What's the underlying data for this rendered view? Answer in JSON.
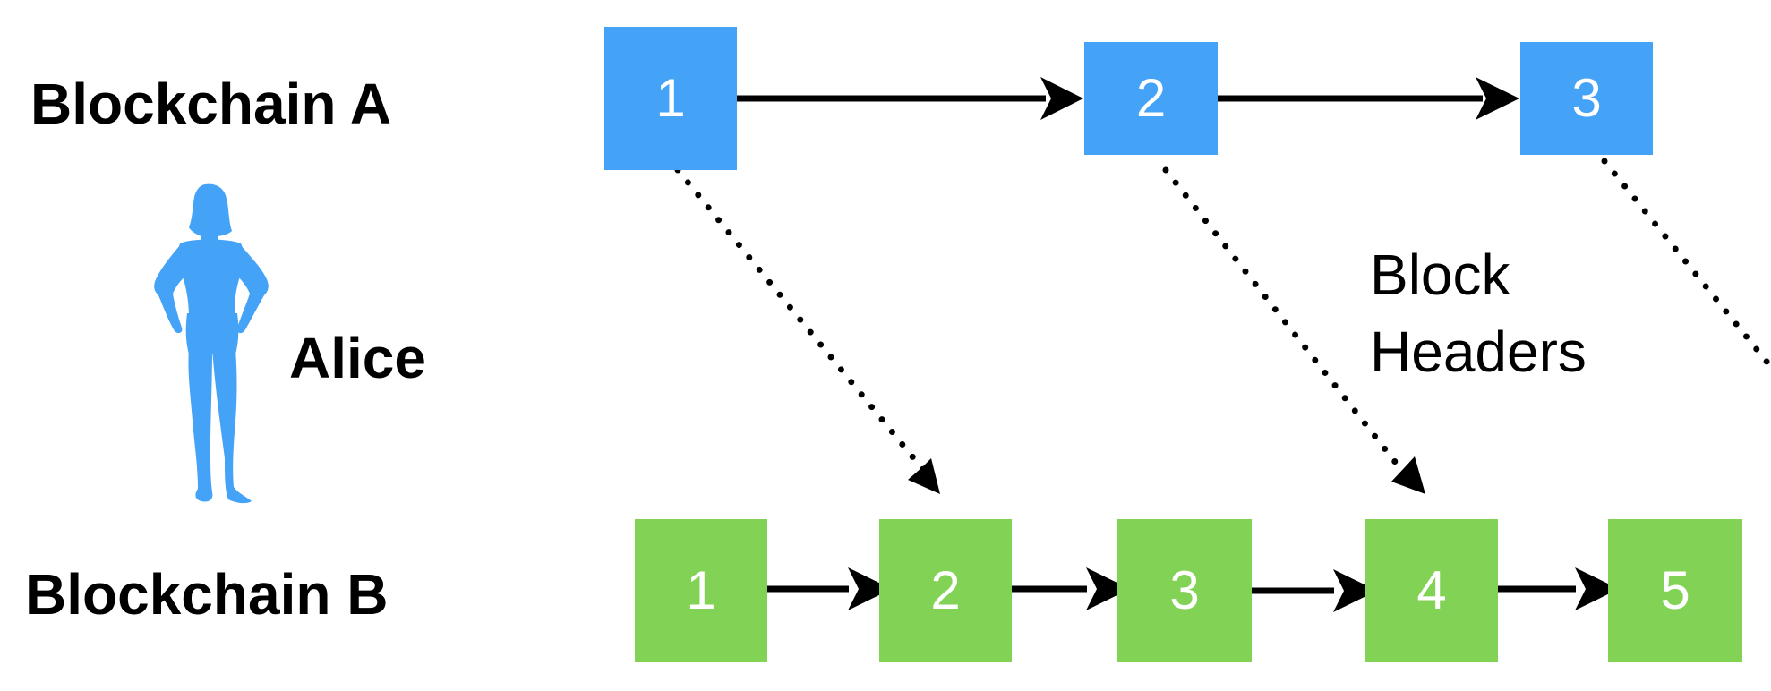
{
  "chain_a": {
    "label": "Blockchain A",
    "blocks": [
      "1",
      "2",
      "3"
    ]
  },
  "chain_b": {
    "label": "Blockchain B",
    "blocks": [
      "1",
      "2",
      "3",
      "4",
      "5"
    ]
  },
  "person": {
    "name": "Alice",
    "icon": "person-silhouette-icon"
  },
  "relay_note": {
    "line1": "Block",
    "line2": "Headers"
  },
  "colors": {
    "chain_a_block": "#45a3f7",
    "chain_b_block": "#82d255",
    "person": "#45a3f7",
    "arrow": "#000000"
  }
}
